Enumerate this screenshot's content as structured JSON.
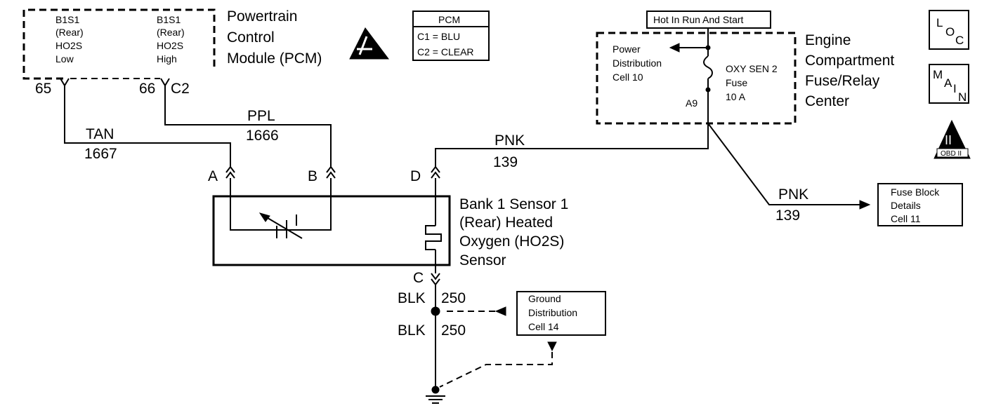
{
  "pcm": {
    "pin_left": {
      "line1": "B1S1",
      "line2": "(Rear)",
      "line3": "HO2S",
      "line4": "Low",
      "pin_num": "65"
    },
    "pin_right": {
      "line1": "B1S1",
      "line2": "(Rear)",
      "line3": "HO2S",
      "line4": "High",
      "pin_num": "66",
      "connector": "C2"
    },
    "title": {
      "line1": "Powertrain",
      "line2": "Control",
      "line3": "Module (PCM)"
    }
  },
  "pcm_legend": {
    "header": "PCM",
    "row1": "C1 = BLU",
    "row2": "C2 = CLEAR"
  },
  "hot_label": "Hot In Run And Start",
  "fuse_center": {
    "power_dist": {
      "line1": "Power",
      "line2": "Distribution",
      "line3": "Cell 10"
    },
    "fuse": {
      "line1": "OXY SEN 2",
      "line2": "Fuse",
      "line3": "10 A"
    },
    "pin": "A9",
    "title": {
      "line1": "Engine",
      "line2": "Compartment",
      "line3": "Fuse/Relay",
      "line4": "Center"
    }
  },
  "badges": {
    "loc": {
      "l": "L",
      "o": "O",
      "c": "C"
    },
    "main": {
      "m": "M",
      "a": "A",
      "i": "I",
      "n": "N"
    },
    "obd": {
      "roman": "II",
      "label": "OBD II"
    }
  },
  "wires": {
    "tan": {
      "color": "TAN",
      "circuit": "1667"
    },
    "ppl": {
      "color": "PPL",
      "circuit": "1666"
    },
    "pnk_top": {
      "color": "PNK",
      "circuit": "139"
    },
    "pnk_right": {
      "color": "PNK",
      "circuit": "139"
    },
    "blk_upper": {
      "color": "BLK",
      "circuit": "250"
    },
    "blk_lower": {
      "color": "BLK",
      "circuit": "250"
    }
  },
  "sensor": {
    "terminals": {
      "a": "A",
      "b": "B",
      "c": "C",
      "d": "D"
    },
    "title": {
      "line1": "Bank 1 Sensor 1",
      "line2": "(Rear) Heated",
      "line3": "Oxygen (HO2S)",
      "line4": "Sensor"
    }
  },
  "fuse_block_ref": {
    "line1": "Fuse Block",
    "line2": "Details",
    "line3": "Cell 11"
  },
  "ground_ref": {
    "line1": "Ground",
    "line2": "Distribution",
    "line3": "Cell 14"
  }
}
